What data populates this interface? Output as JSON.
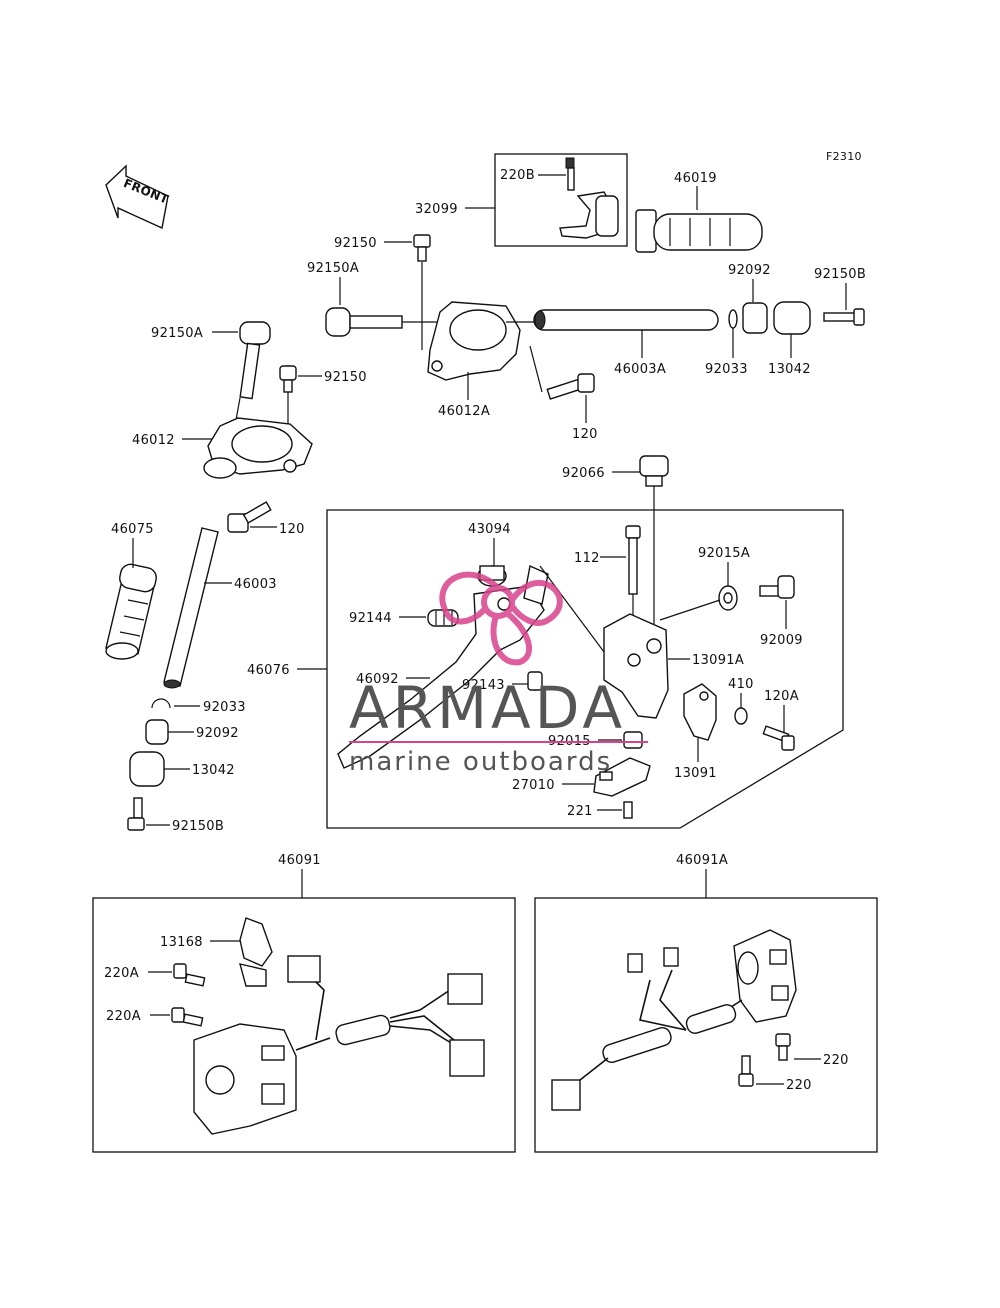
{
  "figure_code": "F2310",
  "front_label": "FRONT",
  "watermark": {
    "brand": "ARMADA",
    "tagline": "marine outboards",
    "accent": "#d9438c"
  },
  "labels": {
    "p220B": "220B",
    "p32099": "32099",
    "p46019": "46019",
    "p92150_top": "92150",
    "p92150A_top": "92150A",
    "p92092_top": "92092",
    "p92150B_top": "92150B",
    "p92150A_left": "92150A",
    "p92150_left": "92150",
    "p46003A": "46003A",
    "p92033_top": "92033",
    "p13042_top": "13042",
    "p46012A": "46012A",
    "p120_top": "120",
    "p46012": "46012",
    "p120_left": "120",
    "p92066": "92066",
    "p46075": "46075",
    "p46003": "46003",
    "p43094": "43094",
    "p112": "112",
    "p92015A": "92015A",
    "p92144": "92144",
    "p92009": "92009",
    "p46076": "46076",
    "p13091A": "13091A",
    "p46092": "46092",
    "p92143": "92143",
    "p410": "410",
    "p120A": "120A",
    "p92015": "92015",
    "p13091": "13091",
    "p27010": "27010",
    "p221": "221",
    "p92033_left": "92033",
    "p92092_left": "92092",
    "p13042_left": "13042",
    "p92150B_left": "92150B",
    "p46091": "46091",
    "p46091A": "46091A",
    "p13168": "13168",
    "p220A_1": "220A",
    "p220A_2": "220A",
    "p220_1": "220",
    "p220_2": "220"
  }
}
